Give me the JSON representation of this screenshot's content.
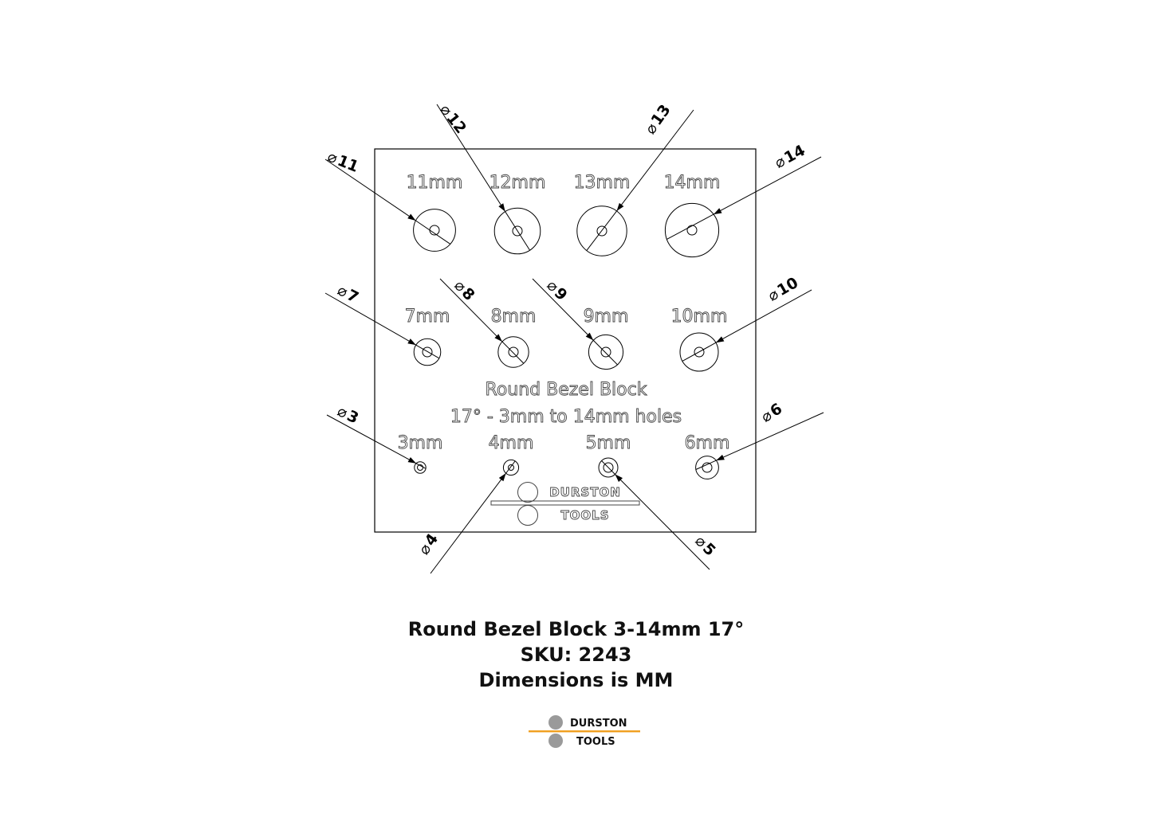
{
  "block": {
    "title_line1": "Round Bezel Block",
    "title_line2": "17° - 3mm to 14mm holes",
    "logo_top": "DURSTON",
    "logo_bottom": "TOOLS"
  },
  "holes": [
    {
      "size": 11,
      "label": "11mm",
      "dim": "11"
    },
    {
      "size": 12,
      "label": "12mm",
      "dim": "12"
    },
    {
      "size": 13,
      "label": "13mm",
      "dim": "13"
    },
    {
      "size": 14,
      "label": "14mm",
      "dim": "14"
    },
    {
      "size": 7,
      "label": "7mm",
      "dim": "7"
    },
    {
      "size": 8,
      "label": "8mm",
      "dim": "8"
    },
    {
      "size": 9,
      "label": "9mm",
      "dim": "9"
    },
    {
      "size": 10,
      "label": "10mm",
      "dim": "10"
    },
    {
      "size": 3,
      "label": "3mm",
      "dim": "3"
    },
    {
      "size": 4,
      "label": "4mm",
      "dim": "4"
    },
    {
      "size": 5,
      "label": "5mm",
      "dim": "5"
    },
    {
      "size": 6,
      "label": "6mm",
      "dim": "6"
    }
  ],
  "diameter_symbol": "⌀",
  "caption": {
    "line1": "Round Bezel Block 3-14mm 17°",
    "line2": "SKU: 2243",
    "line3": "Dimensions is MM"
  },
  "brand": {
    "top": "DURSTON",
    "bottom": "TOOLS",
    "accent_color": "#f0a020",
    "circle_color": "#9a9a9a"
  }
}
